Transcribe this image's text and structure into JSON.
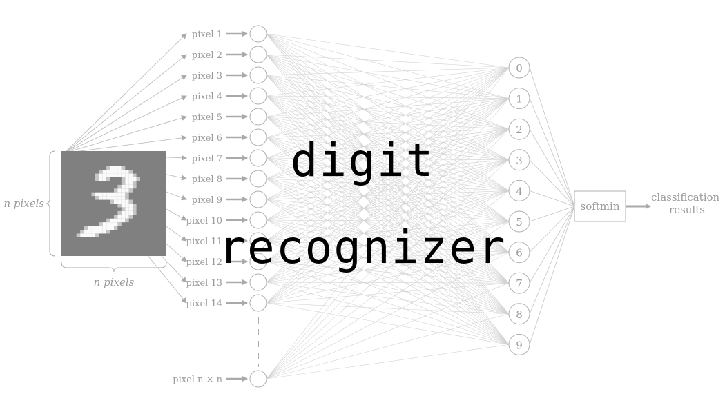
{
  "diagram": {
    "input_labels": [
      "pixel 1",
      "pixel 2",
      "pixel 3",
      "pixel 4",
      "pixel 5",
      "pixel 6",
      "pixel 7",
      "pixel 8",
      "pixel 9",
      "pixel 10",
      "pixel 11",
      "pixel 12",
      "pixel 13",
      "pixel 14"
    ],
    "last_input_label": "pixel n × n",
    "output_labels": [
      "0",
      "1",
      "2",
      "3",
      "4",
      "5",
      "6",
      "7",
      "8",
      "9"
    ],
    "softmin_label": "softmin",
    "result_label_line1": "classification",
    "result_label_line2": "results",
    "image_height_label": "n pixels",
    "image_width_label": "n pixels"
  },
  "overlay": {
    "title_line1": "digit",
    "title_line2": "recognizer"
  },
  "colors": {
    "diagram_gray": "#9a9a9a",
    "edge_gray": "#d0d0d0",
    "image_background": "#808080",
    "title": "#000000"
  }
}
